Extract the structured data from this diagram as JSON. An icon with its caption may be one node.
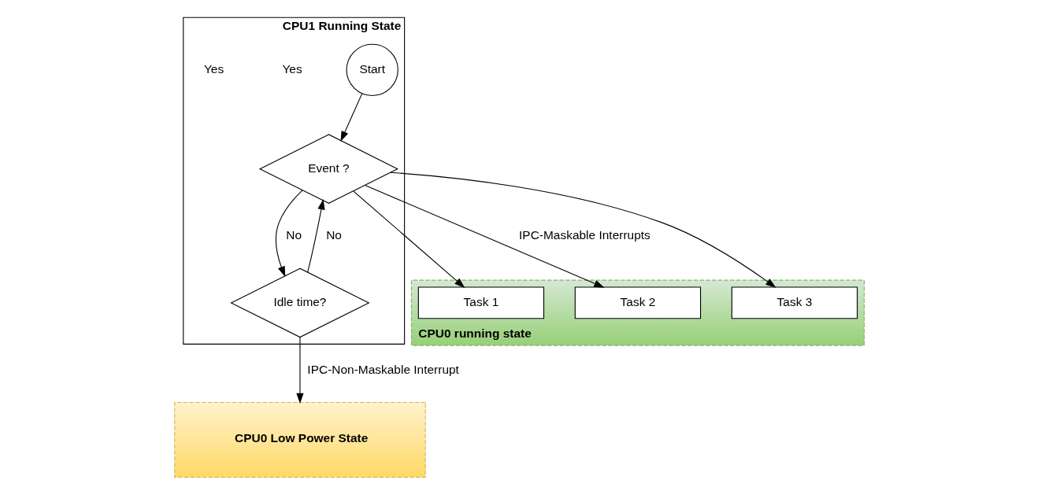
{
  "diagram": {
    "nodes": [
      {
        "text": [
          "CPU0 running state"
        ]
      },
      {
        "text": [
          "Task 1"
        ],
        "in": 0
      },
      {
        "text": [
          "Task 2"
        ],
        "in": 0
      },
      {
        "text": [
          "Task 3"
        ],
        "in": 0
      },
      {
        "text": [
          "CPU0 Low Power State"
        ]
      },
      {
        "text": [
          "CPU1 Running State"
        ]
      },
      {
        "text": [
          "Start"
        ],
        "in": 5
      },
      {
        "text": [
          "Event ?"
        ],
        "in": 5
      },
      {
        "text": [
          "Idle time?"
        ],
        "in": 5
      }
    ],
    "edges": [
      {
        "from": 6,
        "to": 7,
        "arrow": "to"
      },
      {
        "from": 7,
        "to": 1,
        "arrow": "to"
      },
      {
        "from": 7,
        "to": 2,
        "arrow": "to",
        "label": "IPC-Maskable Interrupts"
      },
      {
        "from": 7,
        "to": 3,
        "arrow": "to"
      },
      {
        "from": 7,
        "to": 8,
        "arrow": "to",
        "label": "No"
      },
      {
        "from": 8,
        "to": 7,
        "arrow": "to",
        "label": "No"
      },
      {
        "from": 8,
        "to": 4,
        "arrow": "to",
        "label": "IPC-Non-Maskable Interrupt"
      }
    ],
    "labels": [
      "Yes",
      "Yes"
    ]
  }
}
